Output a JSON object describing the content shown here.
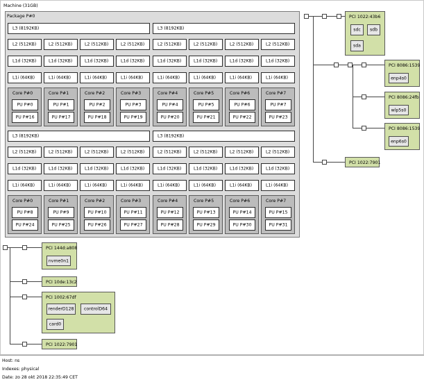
{
  "machine": {
    "label": "Machine (31GB)"
  },
  "package": {
    "label": "Package P#0",
    "groups": [
      {
        "l3": [
          "L3 (8192KB)",
          "L3 (8192KB)"
        ],
        "l2": [
          "L2 (512KB)",
          "L2 (512KB)",
          "L2 (512KB)",
          "L2 (512KB)",
          "L2 (512KB)",
          "L2 (512KB)",
          "L2 (512KB)",
          "L2 (512KB)"
        ],
        "l1d": [
          "L1d (32KB)",
          "L1d (32KB)",
          "L1d (32KB)",
          "L1d (32KB)",
          "L1d (32KB)",
          "L1d (32KB)",
          "L1d (32KB)",
          "L1d (32KB)"
        ],
        "l1i": [
          "L1i (64KB)",
          "L1i (64KB)",
          "L1i (64KB)",
          "L1i (64KB)",
          "L1i (64KB)",
          "L1i (64KB)",
          "L1i (64KB)",
          "L1i (64KB)"
        ],
        "cores": [
          {
            "label": "Core P#0",
            "pus": [
              "PU P#0",
              "PU P#16"
            ]
          },
          {
            "label": "Core P#1",
            "pus": [
              "PU P#1",
              "PU P#17"
            ]
          },
          {
            "label": "Core P#2",
            "pus": [
              "PU P#2",
              "PU P#18"
            ]
          },
          {
            "label": "Core P#3",
            "pus": [
              "PU P#3",
              "PU P#19"
            ]
          },
          {
            "label": "Core P#4",
            "pus": [
              "PU P#4",
              "PU P#20"
            ]
          },
          {
            "label": "Core P#5",
            "pus": [
              "PU P#5",
              "PU P#21"
            ]
          },
          {
            "label": "Core P#6",
            "pus": [
              "PU P#6",
              "PU P#22"
            ]
          },
          {
            "label": "Core P#7",
            "pus": [
              "PU P#7",
              "PU P#23"
            ]
          }
        ]
      },
      {
        "l3": [
          "L3 (8192KB)",
          "L3 (8192KB)"
        ],
        "l2": [
          "L2 (512KB)",
          "L2 (512KB)",
          "L2 (512KB)",
          "L2 (512KB)",
          "L2 (512KB)",
          "L2 (512KB)",
          "L2 (512KB)",
          "L2 (512KB)"
        ],
        "l1d": [
          "L1d (32KB)",
          "L1d (32KB)",
          "L1d (32KB)",
          "L1d (32KB)",
          "L1d (32KB)",
          "L1d (32KB)",
          "L1d (32KB)",
          "L1d (32KB)"
        ],
        "l1i": [
          "L1i (64KB)",
          "L1i (64KB)",
          "L1i (64KB)",
          "L1i (64KB)",
          "L1i (64KB)",
          "L1i (64KB)",
          "L1i (64KB)",
          "L1i (64KB)"
        ],
        "cores": [
          {
            "label": "Core P#0",
            "pus": [
              "PU P#8",
              "PU P#24"
            ]
          },
          {
            "label": "Core P#1",
            "pus": [
              "PU P#9",
              "PU P#25"
            ]
          },
          {
            "label": "Core P#2",
            "pus": [
              "PU P#10",
              "PU P#26"
            ]
          },
          {
            "label": "Core P#3",
            "pus": [
              "PU P#11",
              "PU P#27"
            ]
          },
          {
            "label": "Core P#4",
            "pus": [
              "PU P#12",
              "PU P#28"
            ]
          },
          {
            "label": "Core P#5",
            "pus": [
              "PU P#13",
              "PU P#29"
            ]
          },
          {
            "label": "Core P#6",
            "pus": [
              "PU P#14",
              "PU P#30"
            ]
          },
          {
            "label": "Core P#7",
            "pus": [
              "PU P#15",
              "PU P#31"
            ]
          }
        ]
      }
    ]
  },
  "pci_right": {
    "storage": {
      "label": "PCI 1022:43b6",
      "devices": [
        "sdc",
        "sdb",
        "sda"
      ]
    },
    "net1": {
      "label": "PCI 8086:1539",
      "device": "enp4s0"
    },
    "wifi": {
      "label": "PCI 8086:24fb",
      "device": "wlp5s0"
    },
    "net2": {
      "label": "PCI 8086:1539",
      "device": "enp6s0"
    },
    "bridge": {
      "label": "PCI 1022:7901"
    }
  },
  "pci_bottom": {
    "nvme": {
      "label": "PCI 144d:a808",
      "device": "nvme0n1"
    },
    "audio": {
      "label": "PCI 10de:13c2"
    },
    "gpu": {
      "label": "PCI 1002:67df",
      "devices": [
        "renderD128",
        "controlD64",
        "card0"
      ]
    },
    "bridge": {
      "label": "PCI 1022:7901"
    }
  },
  "footer": {
    "host": "Host: ns",
    "indexes": "Indexes: physical",
    "date": "Date: zo 28 okt 2018 22:35:49 CET"
  },
  "colors": {
    "pci_green": "#d2e0a8",
    "core_gray": "#bcbcbc",
    "package_gray": "#dcdcdc"
  }
}
